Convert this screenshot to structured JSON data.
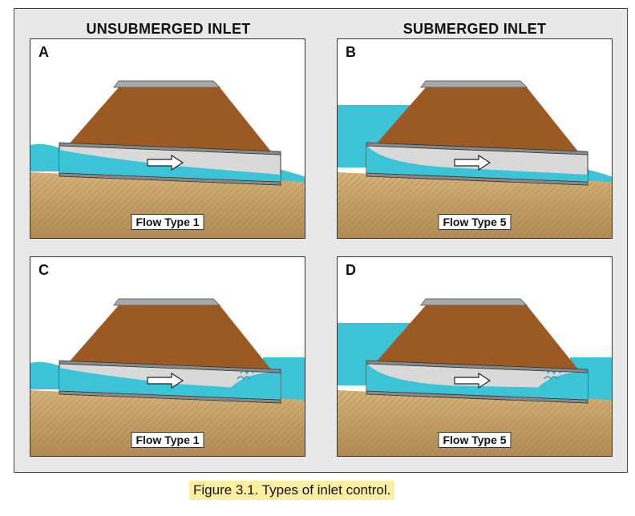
{
  "figure": {
    "column_headers": {
      "left": "UNSUBMERGED INLET",
      "right": "SUBMERGED INLET"
    },
    "panels": [
      {
        "letter": "A",
        "flow_type": "Flow Type 1",
        "inlet": "unsubmerged",
        "outlet_submerged": false
      },
      {
        "letter": "B",
        "flow_type": "Flow Type 5",
        "inlet": "submerged",
        "outlet_submerged": false
      },
      {
        "letter": "C",
        "flow_type": "Flow Type 1",
        "inlet": "unsubmerged",
        "outlet_submerged": true
      },
      {
        "letter": "D",
        "flow_type": "Flow Type 5",
        "inlet": "submerged",
        "outlet_submerged": true
      }
    ],
    "caption": "Figure 3.1.  Types of inlet control."
  },
  "colors": {
    "water": "#3cc3d6",
    "embankment": "#9b5a24",
    "road": "#a9a9a9",
    "ground": "#c8a266",
    "culvert_air": "#d9d9d9",
    "caption_highlight": "#fdeea0"
  }
}
